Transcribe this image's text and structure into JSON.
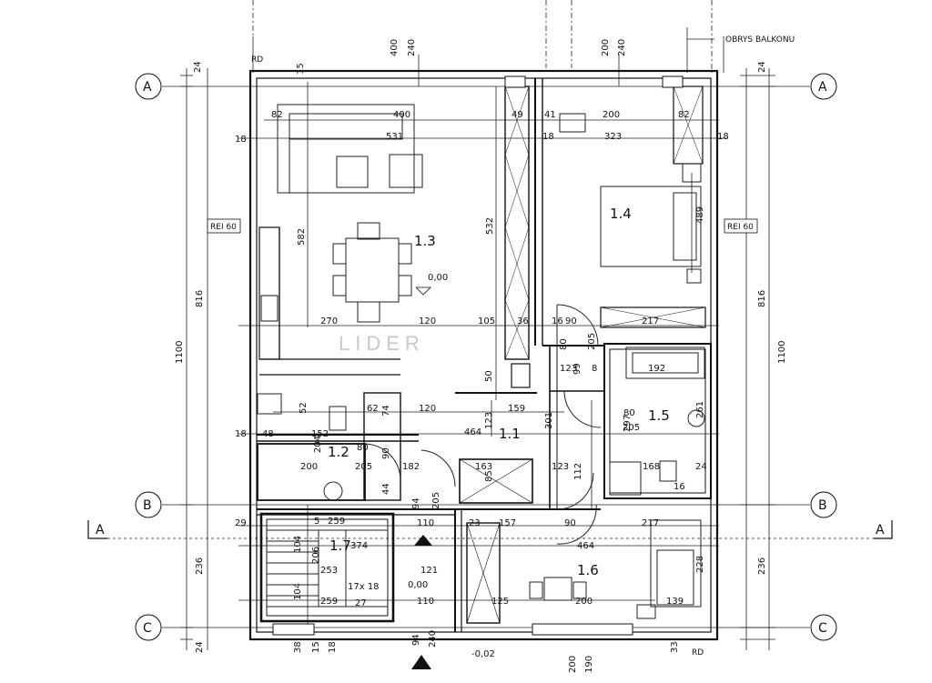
{
  "annotations": {
    "balcony_outline": "OBRYS BALKONU",
    "fire_rating_left": "REI 60",
    "fire_rating_right": "REI 60",
    "rd_top": "RD",
    "rd_bottom": "RD",
    "watermark": "LIDER",
    "level_main": "0,00",
    "level_stair": "0,00",
    "level_entry": "-0,02",
    "stair_steps": "17x 18",
    "stair_going": "27"
  },
  "axes": {
    "A": "A",
    "B": "B",
    "C": "C",
    "section": "A"
  },
  "rooms": {
    "r11": "1.1",
    "r12": "1.2",
    "r13": "1.3",
    "r14": "1.4",
    "r15": "1.5",
    "r16": "1.6",
    "r17": "1.7"
  },
  "dims": {
    "top_400": "400",
    "top_240a": "240",
    "top_200": "200",
    "top_240b": "240",
    "top_24l": "24",
    "top_24r": "24",
    "top_15": "15",
    "d82a": "82",
    "d400b": "400",
    "d49": "49",
    "d41": "41",
    "d200b": "200",
    "d82b": "82",
    "d18a": "18",
    "d531": "531",
    "d18b": "18",
    "d323": "323",
    "d18c": "18",
    "d532": "532",
    "d489": "489",
    "d582": "582",
    "d816l": "816",
    "d816r": "816",
    "d1100l": "1100",
    "d1100r": "1100",
    "d236l": "236",
    "d236r": "236",
    "d270": "270",
    "d120a": "120",
    "d105": "105",
    "d36": "36",
    "d16": "16",
    "d90a": "90",
    "d217a": "217",
    "d80a": "80",
    "d205a": "205",
    "d50": "50",
    "d123a": "123",
    "d8a": "8",
    "d192": "192",
    "d99": "99",
    "d62": "62",
    "d74": "74",
    "d120b": "120",
    "d159": "159",
    "d52": "52",
    "d464a": "464",
    "d301": "301",
    "d123b": "123",
    "d80b": "80",
    "d205b": "205",
    "d297": "297",
    "d261": "261",
    "d48": "48",
    "d152": "152",
    "d18d": "18",
    "d182": "182",
    "d163": "163",
    "d85": "85",
    "d123c": "123",
    "d112": "112",
    "d168": "168",
    "d24": "24",
    "d16b": "16",
    "d200c": "200",
    "d205c": "205",
    "d204": "204",
    "d90b": "90",
    "d80c": "80",
    "d44": "44",
    "d94a": "94",
    "d205d": "205",
    "d29": "29",
    "d5a": "5",
    "d259a": "259",
    "d110a": "110",
    "d23": "23",
    "d157": "157",
    "d90c": "90",
    "d217b": "217",
    "d104a": "104",
    "d374": "374",
    "d206": "206",
    "d253": "253",
    "d464b": "464",
    "d121": "121",
    "d125": "125",
    "d200d": "200",
    "d228": "228",
    "d139": "139",
    "d104b": "104",
    "d259b": "259",
    "d110b": "110",
    "d38": "38",
    "d15b": "15",
    "d18e": "18",
    "d94b": "94",
    "d240c": "240",
    "d200e": "200",
    "d190": "190",
    "d33": "33",
    "d24b": "24"
  }
}
